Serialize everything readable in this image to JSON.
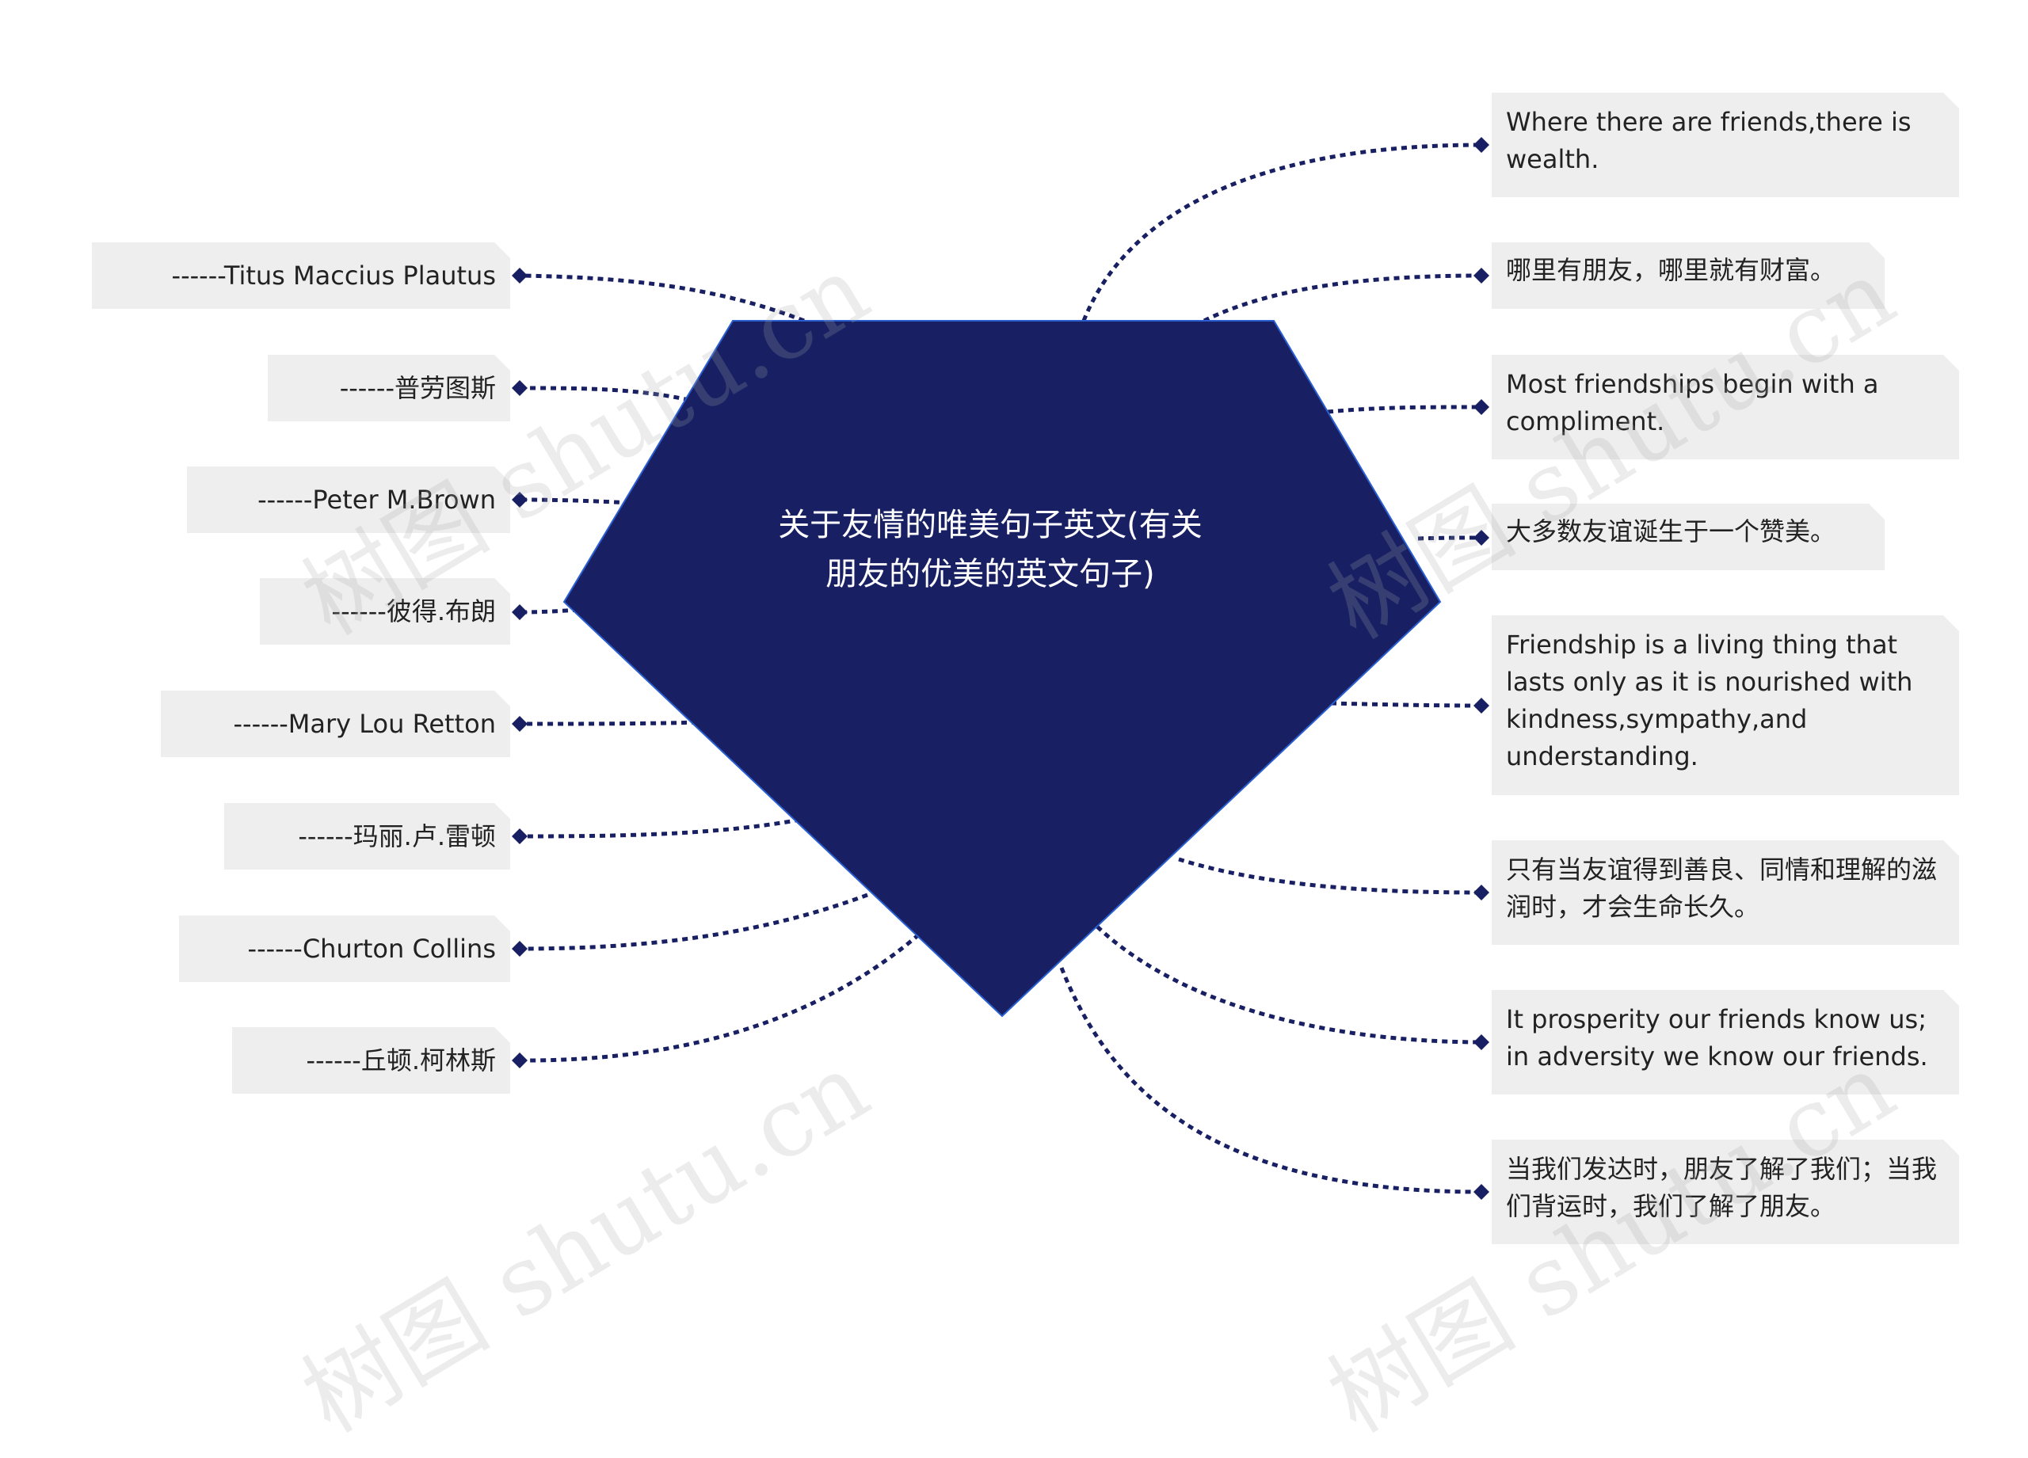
{
  "center": {
    "title": "关于友情的唯美句子英文(有关朋友的优美的英文句子)"
  },
  "colors": {
    "center_fill": "#182063",
    "link": "#182063",
    "node_bg": "#eeeeee"
  },
  "left_nodes": [
    {
      "text": "------Titus Maccius Plautus"
    },
    {
      "text": "------普劳图斯"
    },
    {
      "text": "------Peter M.Brown"
    },
    {
      "text": "------彼得.布朗"
    },
    {
      "text": "------Mary Lou Retton"
    },
    {
      "text": "------玛丽.卢.雷顿"
    },
    {
      "text": "------Churton Collins"
    },
    {
      "text": "------丘顿.柯林斯"
    }
  ],
  "right_nodes": [
    {
      "text": "Where there are friends,there is wealth."
    },
    {
      "text": "哪里有朋友，哪里就有财富。"
    },
    {
      "text": "Most friendships begin with a compliment."
    },
    {
      "text": "大多数友谊诞生于一个赞美。"
    },
    {
      "text": "Friendship is a living thing that lasts only as it is nourished with kindness,sympathy,and understanding."
    },
    {
      "text": "只有当友谊得到善良、同情和理解的滋润时，才会生命长久。"
    },
    {
      "text": "It prosperity our friends know us; in adversity we know our friends."
    },
    {
      "text": "当我们发达时，朋友了解了我们；当我们背运时，我们了解了朋友。"
    }
  ],
  "watermark": {
    "text": "树图 shutu.cn"
  }
}
